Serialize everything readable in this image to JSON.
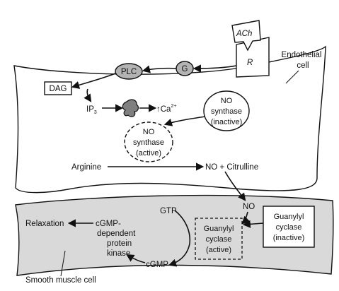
{
  "labels": {
    "ach": "ACh",
    "receptor": "R",
    "endothelial_line1": "Endothelial",
    "endothelial_line2": "cell",
    "g_protein": "G",
    "plc": "PLC",
    "dag": "DAG",
    "ip3_base": "IP",
    "ip3_sub": "3",
    "ca_base": "Ca",
    "ca_sup": "2+",
    "ca_up_arrow": "↑",
    "nos_inactive_line1": "NO",
    "nos_inactive_line2": "synthase",
    "nos_inactive_line3": "(inactive)",
    "nos_active_line1": "NO",
    "nos_active_line2": "synthase",
    "nos_active_line3": "(active)",
    "arginine": "Arginine",
    "no_citrulline": "NO + Citrulline",
    "no": "NO",
    "gtp": "GTP",
    "gc_active_line1": "Guanylyl",
    "gc_active_line2": "cyclase",
    "gc_active_line3": "(active)",
    "gc_inactive_line1": "Guanylyl",
    "gc_inactive_line2": "cyclase",
    "gc_inactive_line3": "(inactive)",
    "relaxation": "Relaxation",
    "pkg_line1": "cGMP-",
    "pkg_line2": "dependent",
    "pkg_line3": "protein",
    "pkg_line4": "kinase",
    "cgmp": "cGMP",
    "smooth_muscle": "Smooth muscle cell"
  },
  "colors": {
    "stroke": "#111111",
    "cell_fill": "#ffffff",
    "smooth_muscle_fill": "#d9d9d9",
    "node_fill": "#b3b3b3",
    "channel_fill": "#7f7f7f"
  }
}
